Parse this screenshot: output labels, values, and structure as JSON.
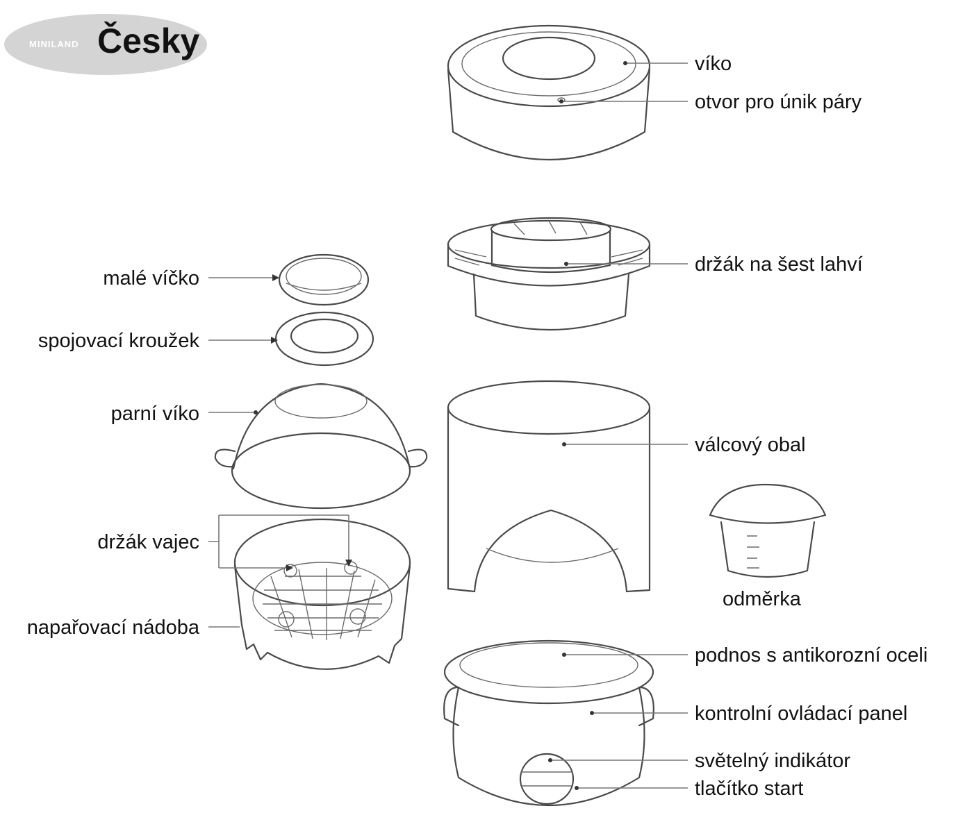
{
  "header": {
    "brand": "MINILAND",
    "language": "Česky"
  },
  "colors": {
    "badge": "#d4d4d4",
    "stroke": "#4a4a4a",
    "text": "#111111"
  },
  "labels": {
    "lid": "víko",
    "steam_vent": "otvor pro únik páry",
    "bottle_holder": "držák na šest lahví",
    "small_lid": "malé víčko",
    "connecting_ring": "spojovací kroužek",
    "steam_lid": "parní víko",
    "egg_holder": "držák vajec",
    "steamer_bowl": "napařovací nádoba",
    "cylinder_cover": "válcový obal",
    "measuring_cup": "odměrka",
    "steel_tray": "podnos s antikorozní oceli",
    "control_panel": "kontrolní ovládací panel",
    "indicator_light": "světelný indikátor",
    "start_button": "tlačítko start"
  }
}
